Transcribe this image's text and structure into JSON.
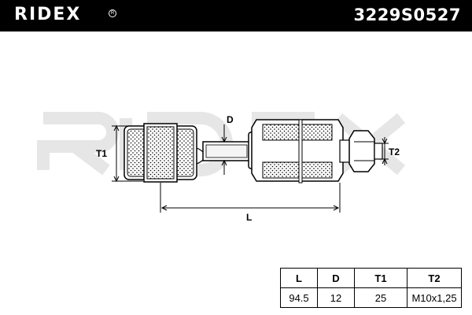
{
  "header": {
    "brand": "RIDEX",
    "part_number": "3229S0527"
  },
  "diagram": {
    "labels": {
      "d": "D",
      "t1": "T1",
      "t2": "T2",
      "l": "L"
    }
  },
  "spec_table": {
    "headers": [
      "L",
      "D",
      "T1",
      "T2"
    ],
    "values": [
      "94.5",
      "12",
      "25",
      "M10x1,25"
    ]
  },
  "colors": {
    "header_bg": "#000000",
    "header_text": "#ffffff",
    "watermark": "#e3e3e3"
  }
}
